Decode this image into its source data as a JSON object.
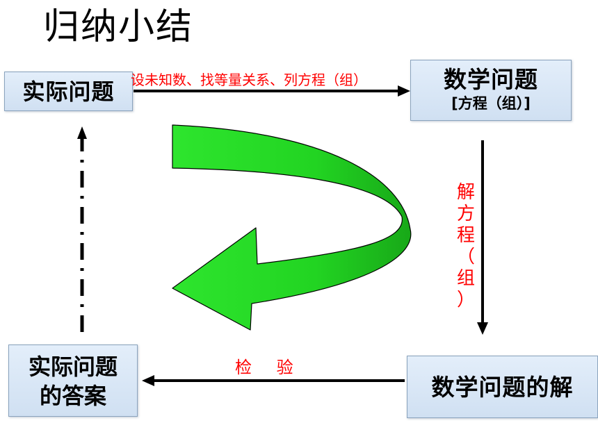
{
  "title": "归纳小结",
  "boxes": {
    "real_problem": "实际问题",
    "math_problem": "数学问题",
    "math_problem_sub": "[方程（组）]",
    "answer_line1": "实际问题",
    "answer_line2": "的答案",
    "math_solution": "数学问题的解"
  },
  "labels": {
    "top_arrow": "设未知数、找等量关系、列方程（组）",
    "solve_chars": [
      "解",
      "方",
      "程",
      "（",
      "组",
      "）"
    ],
    "check": "检 验"
  },
  "colors": {
    "box_fill": "#d8e6f5",
    "label_red": "#ff0000",
    "green_arrow": "#22dd22",
    "arrow_black": "#000000"
  }
}
